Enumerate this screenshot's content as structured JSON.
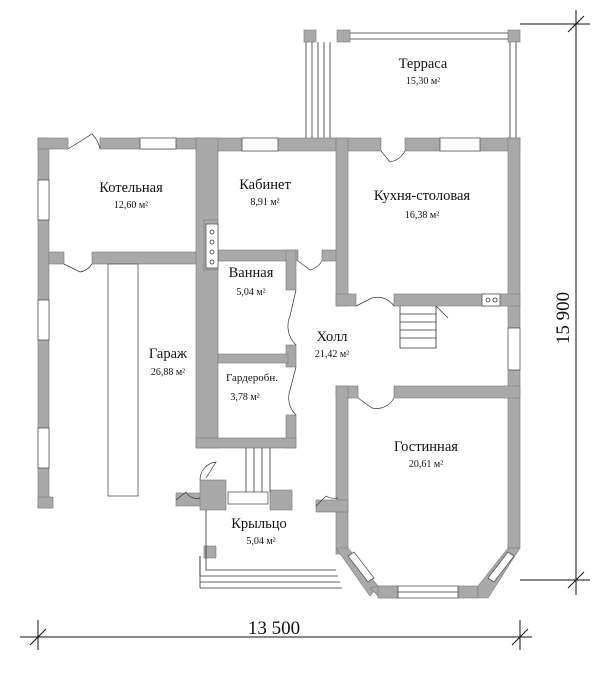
{
  "rooms": {
    "terrace": {
      "name": "Терраса",
      "area": "15,30 м²"
    },
    "boiler": {
      "name": "Котельная",
      "area": "12,60 м²"
    },
    "office": {
      "name": "Кабинет",
      "area": "8,91 м²"
    },
    "kitchen": {
      "name": "Кухня-столовая",
      "area": "16,38 м²"
    },
    "bath": {
      "name": "Ванная",
      "area": "5,04 м²"
    },
    "hall": {
      "name": "Холл",
      "area": "21,42 м²"
    },
    "garage": {
      "name": "Гараж",
      "area": "26,88 м²"
    },
    "wardrobe": {
      "name": "Гардеробн.",
      "area": "3,78 м²"
    },
    "living": {
      "name": "Гостинная",
      "area": "20,61 м²"
    },
    "porch": {
      "name": "Крыльцо",
      "area": "5,04 м²"
    }
  },
  "dimensions": {
    "width": "13 500",
    "height": "15 900"
  }
}
